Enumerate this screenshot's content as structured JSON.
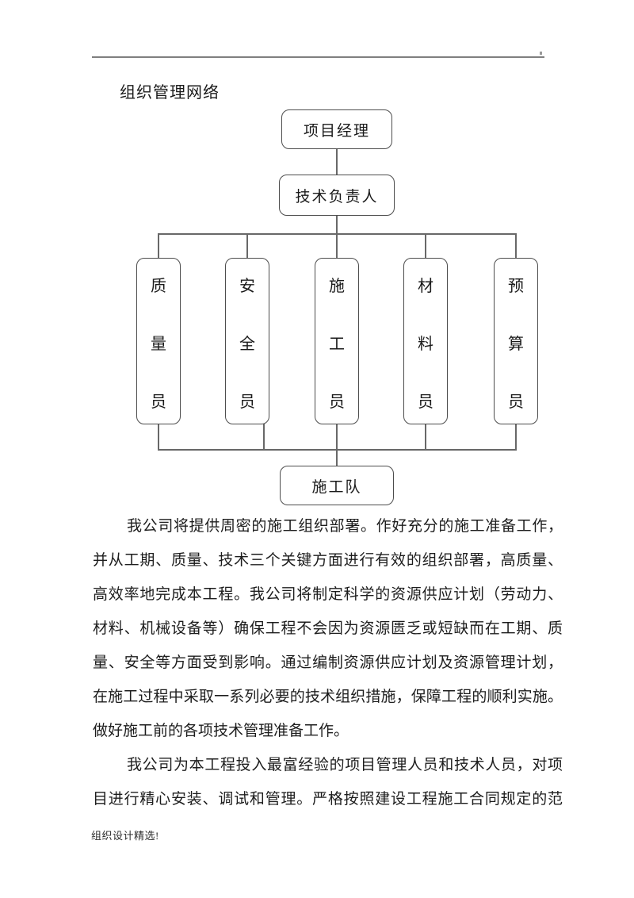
{
  "colors": {
    "header_rule": "#7f7f7f",
    "chart_line": "#686868",
    "text": "#1a1a1a"
  },
  "title": "组织管理网络",
  "org_chart": {
    "project_manager": "项目经理",
    "tech_lead": "技术负责人",
    "staff": [
      {
        "label": "质量员",
        "chars": [
          "质",
          "量",
          "员"
        ]
      },
      {
        "label": "安全员",
        "chars": [
          "安",
          "全",
          "员"
        ]
      },
      {
        "label": "施工员",
        "chars": [
          "施",
          "工",
          "员"
        ]
      },
      {
        "label": "材料员",
        "chars": [
          "材",
          "料",
          "员"
        ]
      },
      {
        "label": "预算员",
        "chars": [
          "预",
          "算",
          "员"
        ]
      }
    ],
    "construction_team": "施工队"
  },
  "body_text": {
    "lines": [
      "我公司将提供周密的施工组织部署。作好充分的施工准备工作，",
      "并从工期、质量、技术三个关键方面进行有效的组织部署，高质量、",
      "高效率地完成本工程。我公司将制定科学的资源供应计划（劳动力、",
      "材料、机械设备等）确保工程不会因为资源匮乏或短缺而在工期、质",
      "量、安全等方面受到影响。通过编制资源供应计划及资源管理计划，",
      "在施工过程中采取一系列必要的技术组织措施，保障工程的顺利实施。",
      "做好施工前的各项技术管理准备工作。",
      "我公司为本工程投入最富经验的项目管理人员和技术人员，对项",
      "目进行精心安装、调试和管理。严格按照建设工程施工合同规定的范"
    ]
  },
  "footer": {
    "note": "组织设计精选!"
  }
}
